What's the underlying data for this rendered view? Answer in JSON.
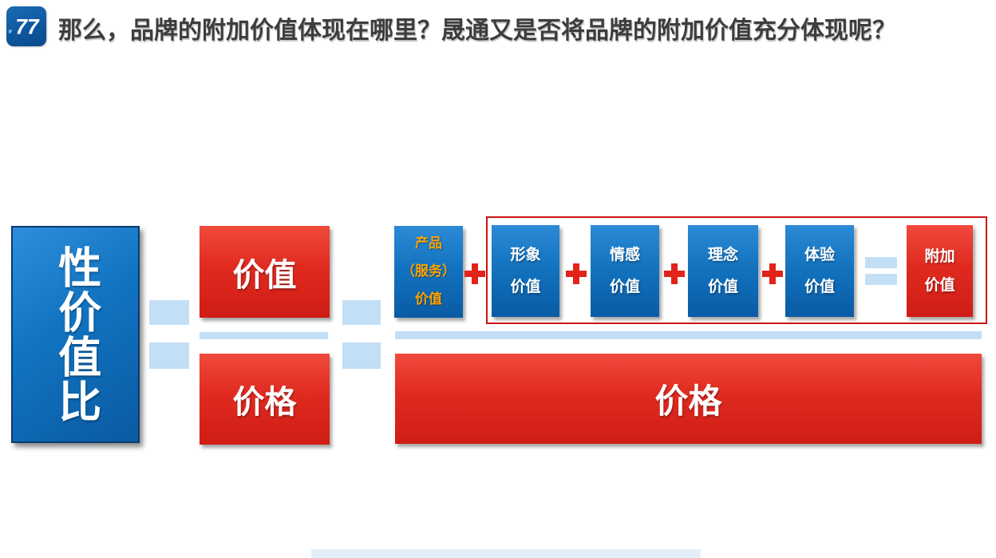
{
  "header": {
    "title": "那么，品牌的附加价值体现在哪里？晟通又是否将品牌的附加价值充分体现呢？",
    "logo_mark": "77"
  },
  "diagram": {
    "left_box": "性价值比",
    "fraction1": {
      "numerator": "价值",
      "denominator": "价格"
    },
    "fraction2": {
      "product_box": "产品\n（服务）\n价值",
      "addends": [
        "形象\n价值",
        "情感\n价值",
        "理念\n价值",
        "体验\n价值"
      ],
      "result_box": "附加\n价值",
      "denominator": "价格"
    },
    "operators": {
      "plus": "+",
      "equals": "="
    }
  },
  "colors": {
    "blue_box": "#1272be",
    "red_box": "#e02a20",
    "light_blue": "#c3dff6",
    "orange_text": "#ffa200",
    "plus_red": "#e2231a",
    "outline_red": "#cc1111",
    "title_gray": "#3d3d3d",
    "logo_blue": "#0f579e"
  }
}
